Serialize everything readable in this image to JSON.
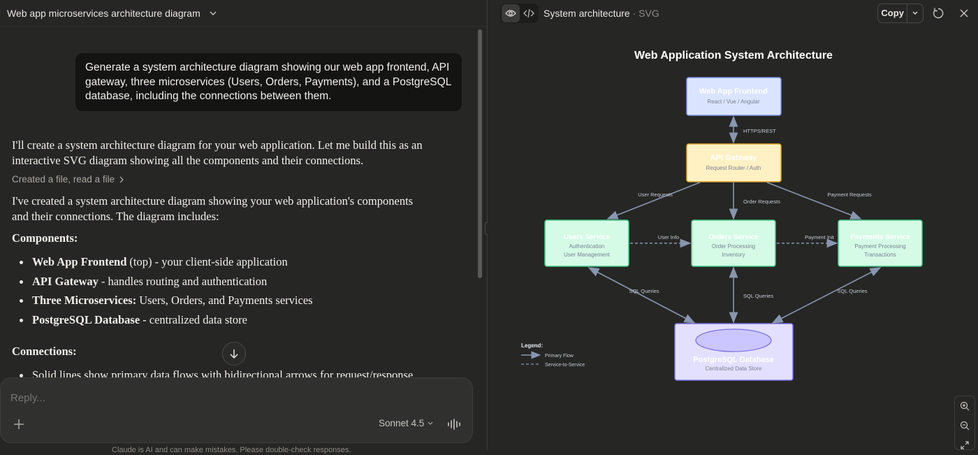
{
  "chat": {
    "title": "Web app microservices architecture diagram",
    "user_message": "Generate a system architecture diagram showing our web app frontend, API gateway, three microservices (Users, Orders, Payments), and a PostgreSQL database, including the connections between them.",
    "intro": "I'll create a system architecture diagram for your web application. Let me build this as an interactive SVG diagram showing all the components and their connections.",
    "created_link": "Created a file, read a file",
    "summary": "I've created a system architecture diagram showing your web application's components and their connections. The diagram includes:",
    "components_heading": "Components:",
    "components": [
      {
        "bold": "Web App Frontend",
        "text": "(top) - your client-side application"
      },
      {
        "bold": "API Gateway",
        "text": "- handles routing and authentication"
      },
      {
        "bold": "Three Microservices:",
        "text": "Users, Orders, and Payments services"
      },
      {
        "bold": "PostgreSQL Database",
        "text": "- centralized data store"
      }
    ],
    "connections_heading": "Connections:",
    "connections_first": "Solid lines show primary data flows with bidirectional arrows for request/response"
  },
  "composer": {
    "placeholder": "Reply...",
    "model": "Sonnet 4.5"
  },
  "footer": "Claude is AI and can make mistakes. Please double-check responses.",
  "artifact": {
    "title": "System architecture",
    "type": "SVG",
    "copy_label": "Copy"
  },
  "diagram": {
    "title": "Web Application System Architecture",
    "frontend": {
      "name": "Web App Frontend",
      "sub": "React / Vue / Angular"
    },
    "gateway": {
      "name": "API Gateway",
      "sub": "Request Router / Auth"
    },
    "users": {
      "name": "Users Service",
      "sub1": "Authentication",
      "sub2": "User Management"
    },
    "orders": {
      "name": "Orders Service",
      "sub1": "Order Processing",
      "sub2": "Inventory"
    },
    "payments": {
      "name": "Payments Service",
      "sub1": "Payment Processing",
      "sub2": "Transactions"
    },
    "database": {
      "name": "PostgreSQL Database",
      "sub": "Centralized Data Store"
    },
    "labels": {
      "https": "HTTPS/REST",
      "user_requests": "User Requests",
      "order_requests": "Order Requests",
      "payment_requests": "Payment Requests",
      "user_info": "User Info",
      "payment_init": "Payment Init",
      "sql_left": "SQL Queries",
      "sql_mid": "SQL Queries",
      "sql_right": "SQL Queries"
    },
    "legend": {
      "title": "Legend:",
      "primary": "Primary Flow",
      "service": "Service-to-Service"
    },
    "colors": {
      "frontend_fill": "#dbe4ff",
      "frontend_stroke": "#7b93e6",
      "gateway_fill": "#fff1c4",
      "gateway_stroke": "#e3a92b",
      "service_fill": "#d5fbe6",
      "service_stroke": "#46c988",
      "db_fill": "#e3e0ff",
      "db_stroke": "#7c72e0",
      "line": "#8896b0"
    }
  }
}
